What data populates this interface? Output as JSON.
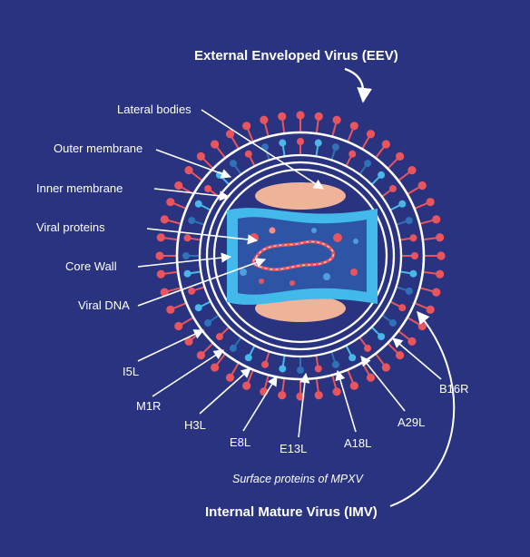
{
  "titles": {
    "eev": "External Enveloped Virus (EEV)",
    "imv": "Internal Mature Virus (IMV)"
  },
  "structure_labels": {
    "lateral_bodies": "Lateral bodies",
    "outer_membrane": "Outer membrane",
    "inner_membrane": "Inner membrane",
    "viral_proteins": "Viral proteins",
    "core_wall": "Core Wall",
    "viral_dna": "Viral DNA"
  },
  "protein_labels": {
    "i5l": "I5L",
    "m1r": "M1R",
    "h3l": "H3L",
    "e8l": "E8L",
    "e13l": "E13L",
    "a18l": "A18L",
    "a29l": "A29L",
    "b16r": "B16R"
  },
  "caption": "Surface proteins of MPXV",
  "colors": {
    "background": "#293380",
    "outer_spikes": "#e9555d",
    "inner_spikes_light": "#48b8e8",
    "inner_spikes_dark": "#2f72b8",
    "core": "#42b9ea",
    "lateral_bodies": "#efb39a",
    "membrane_lines": "#ffffff"
  }
}
